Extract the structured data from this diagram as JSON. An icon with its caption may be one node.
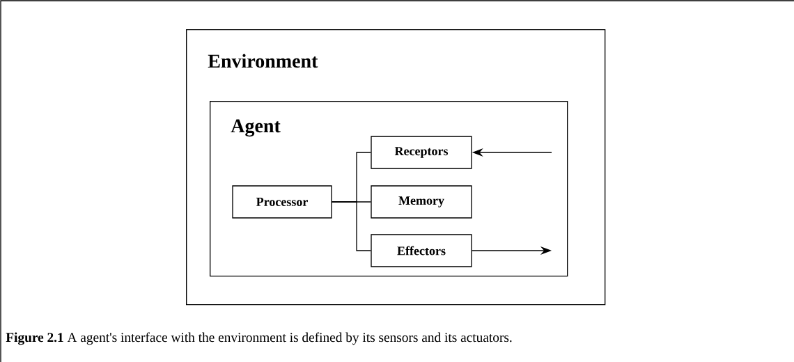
{
  "diagram": {
    "caption": "**Figure 2.1** A agent's interface with the environment is defined by its sensors and its actuators.",
    "nodes": [
      {
        "text": [
          "Environment"
        ]
      },
      {
        "text": [
          "Agent"
        ],
        "in": 0
      },
      {
        "text": [
          "Receptors"
        ],
        "in": 1
      },
      {
        "text": [
          "Processor"
        ],
        "in": 1
      },
      {
        "text": [
          "Memory"
        ],
        "in": 1
      },
      {
        "text": [
          "Effectors"
        ],
        "in": 1
      }
    ],
    "edges": [
      {
        "from": 3,
        "to": 2,
        "arrow": "none"
      },
      {
        "from": 3,
        "to": 4,
        "arrow": "none"
      },
      {
        "from": 3,
        "to": 5,
        "arrow": "none"
      },
      {
        "from": null,
        "to": 2,
        "arrow": "to"
      },
      {
        "from": 5,
        "to": null,
        "arrow": "to"
      }
    ]
  }
}
